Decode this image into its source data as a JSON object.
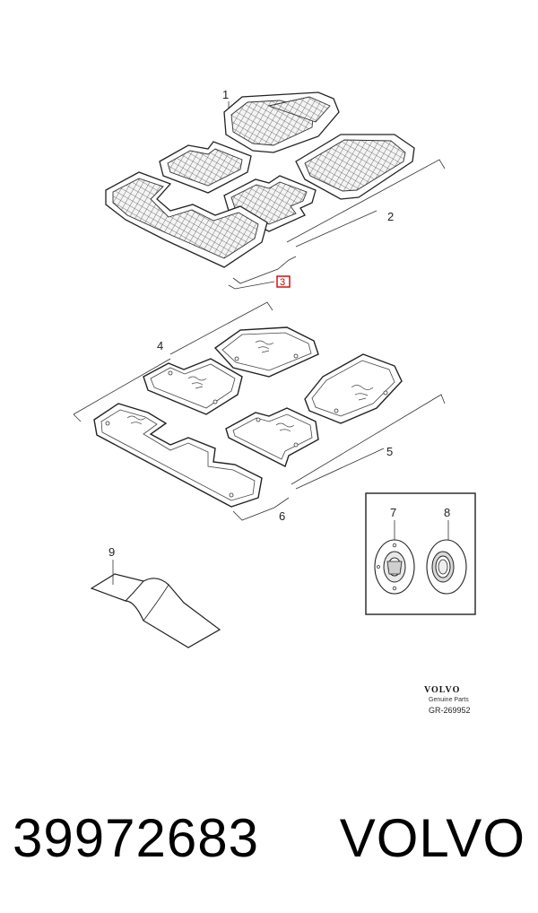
{
  "diagram": {
    "callouts": [
      "1",
      "2",
      "3",
      "4",
      "5",
      "6",
      "7",
      "8",
      "9"
    ],
    "highlighted_callout": "3",
    "brand_block": {
      "name": "VOLVO",
      "subtitle": "Genuine Parts",
      "reference": "GR-269952"
    }
  },
  "caption": {
    "part_number": "39972683",
    "brand": "VOLVO"
  }
}
